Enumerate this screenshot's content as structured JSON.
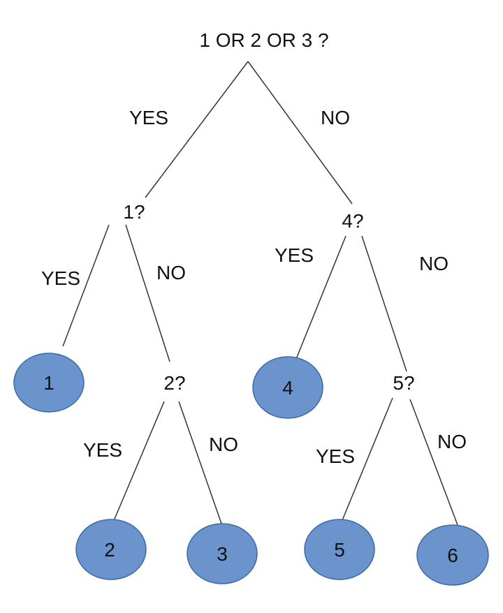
{
  "leaf_color": "#6b93cc",
  "questions": {
    "root": "1 OR 2 OR 3 ?",
    "q1": "1?",
    "q4": "4?",
    "q2": "2?",
    "q5": "5?"
  },
  "edges": {
    "root_yes": "YES",
    "root_no": "NO",
    "q1_yes": "YES",
    "q1_no": "NO",
    "q4_yes": "YES",
    "q4_no": "NO",
    "q2_yes": "YES",
    "q2_no": "NO",
    "q5_yes": "YES",
    "q5_no": "NO"
  },
  "leaves": {
    "leaf1": "1",
    "leaf2": "2",
    "leaf3": "3",
    "leaf4": "4",
    "leaf5": "5",
    "leaf6": "6"
  }
}
